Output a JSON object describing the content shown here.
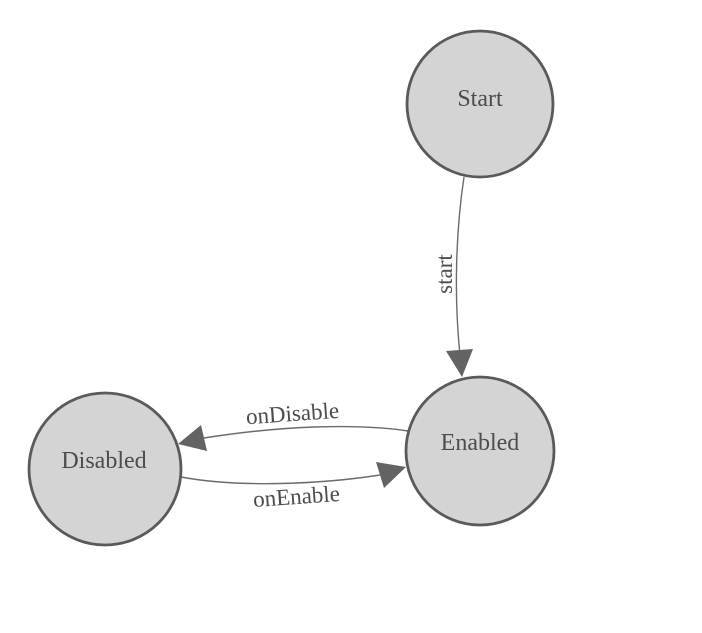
{
  "diagram": {
    "title": "state-machine",
    "background_color": "#ffffff",
    "node_fill_color": "#d4d4d4",
    "node_stroke_color": "#5a5a5a",
    "edge_line_color": "#6b6b6b",
    "arrowhead_color": "#636363",
    "label_color": "#4c4c4e",
    "nodes": [
      {
        "id": "start",
        "label": "Start"
      },
      {
        "id": "enabled",
        "label": "Enabled"
      },
      {
        "id": "disabled",
        "label": "Disabled"
      }
    ],
    "edges": [
      {
        "from": "Start",
        "to": "Enabled",
        "label": "start"
      },
      {
        "from": "Enabled",
        "to": "Disabled",
        "label": "onDisable"
      },
      {
        "from": "Disabled",
        "to": "Enabled",
        "label": "onEnable"
      }
    ]
  }
}
